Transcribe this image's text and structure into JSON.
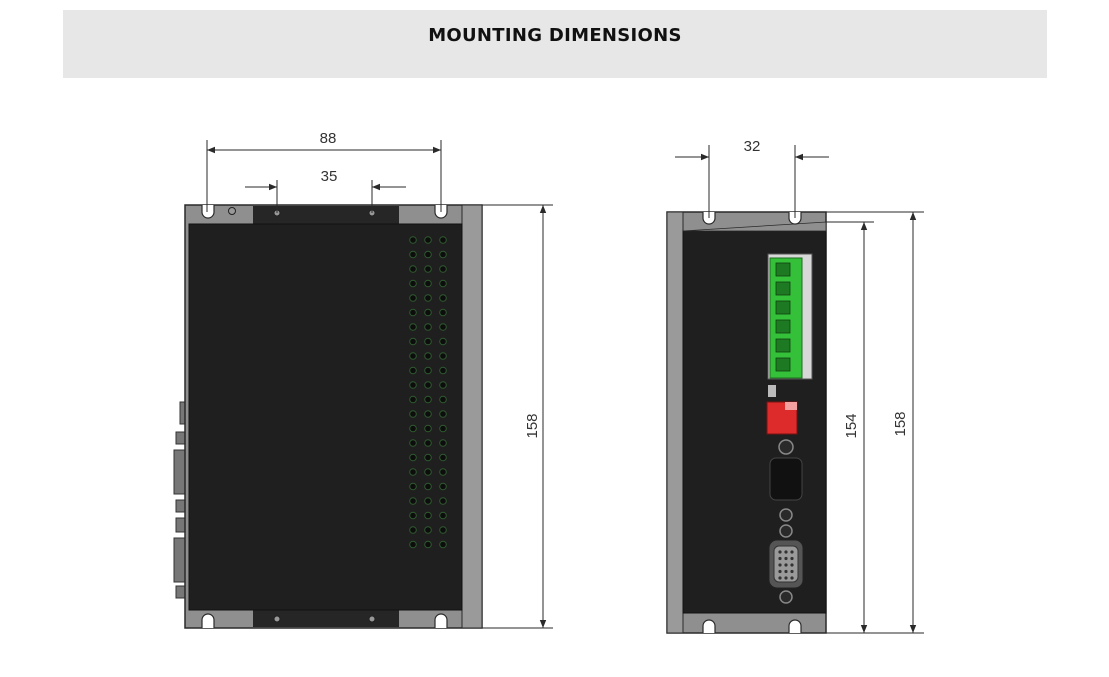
{
  "header": {
    "title": "MOUNTING DIMENSIONS"
  },
  "front_view": {
    "width_overall": "88",
    "hole_spacing": "35",
    "height_overall": "158"
  },
  "side_view": {
    "width": "32",
    "inner_height": "154",
    "height_overall": "158"
  },
  "colors": {
    "housing": "#8f8f8f",
    "body": "#1f1f1f",
    "terminal_green": "#35c03a",
    "switch_red": "#dd2a2a",
    "dimension_line": "#2a2a2a"
  }
}
